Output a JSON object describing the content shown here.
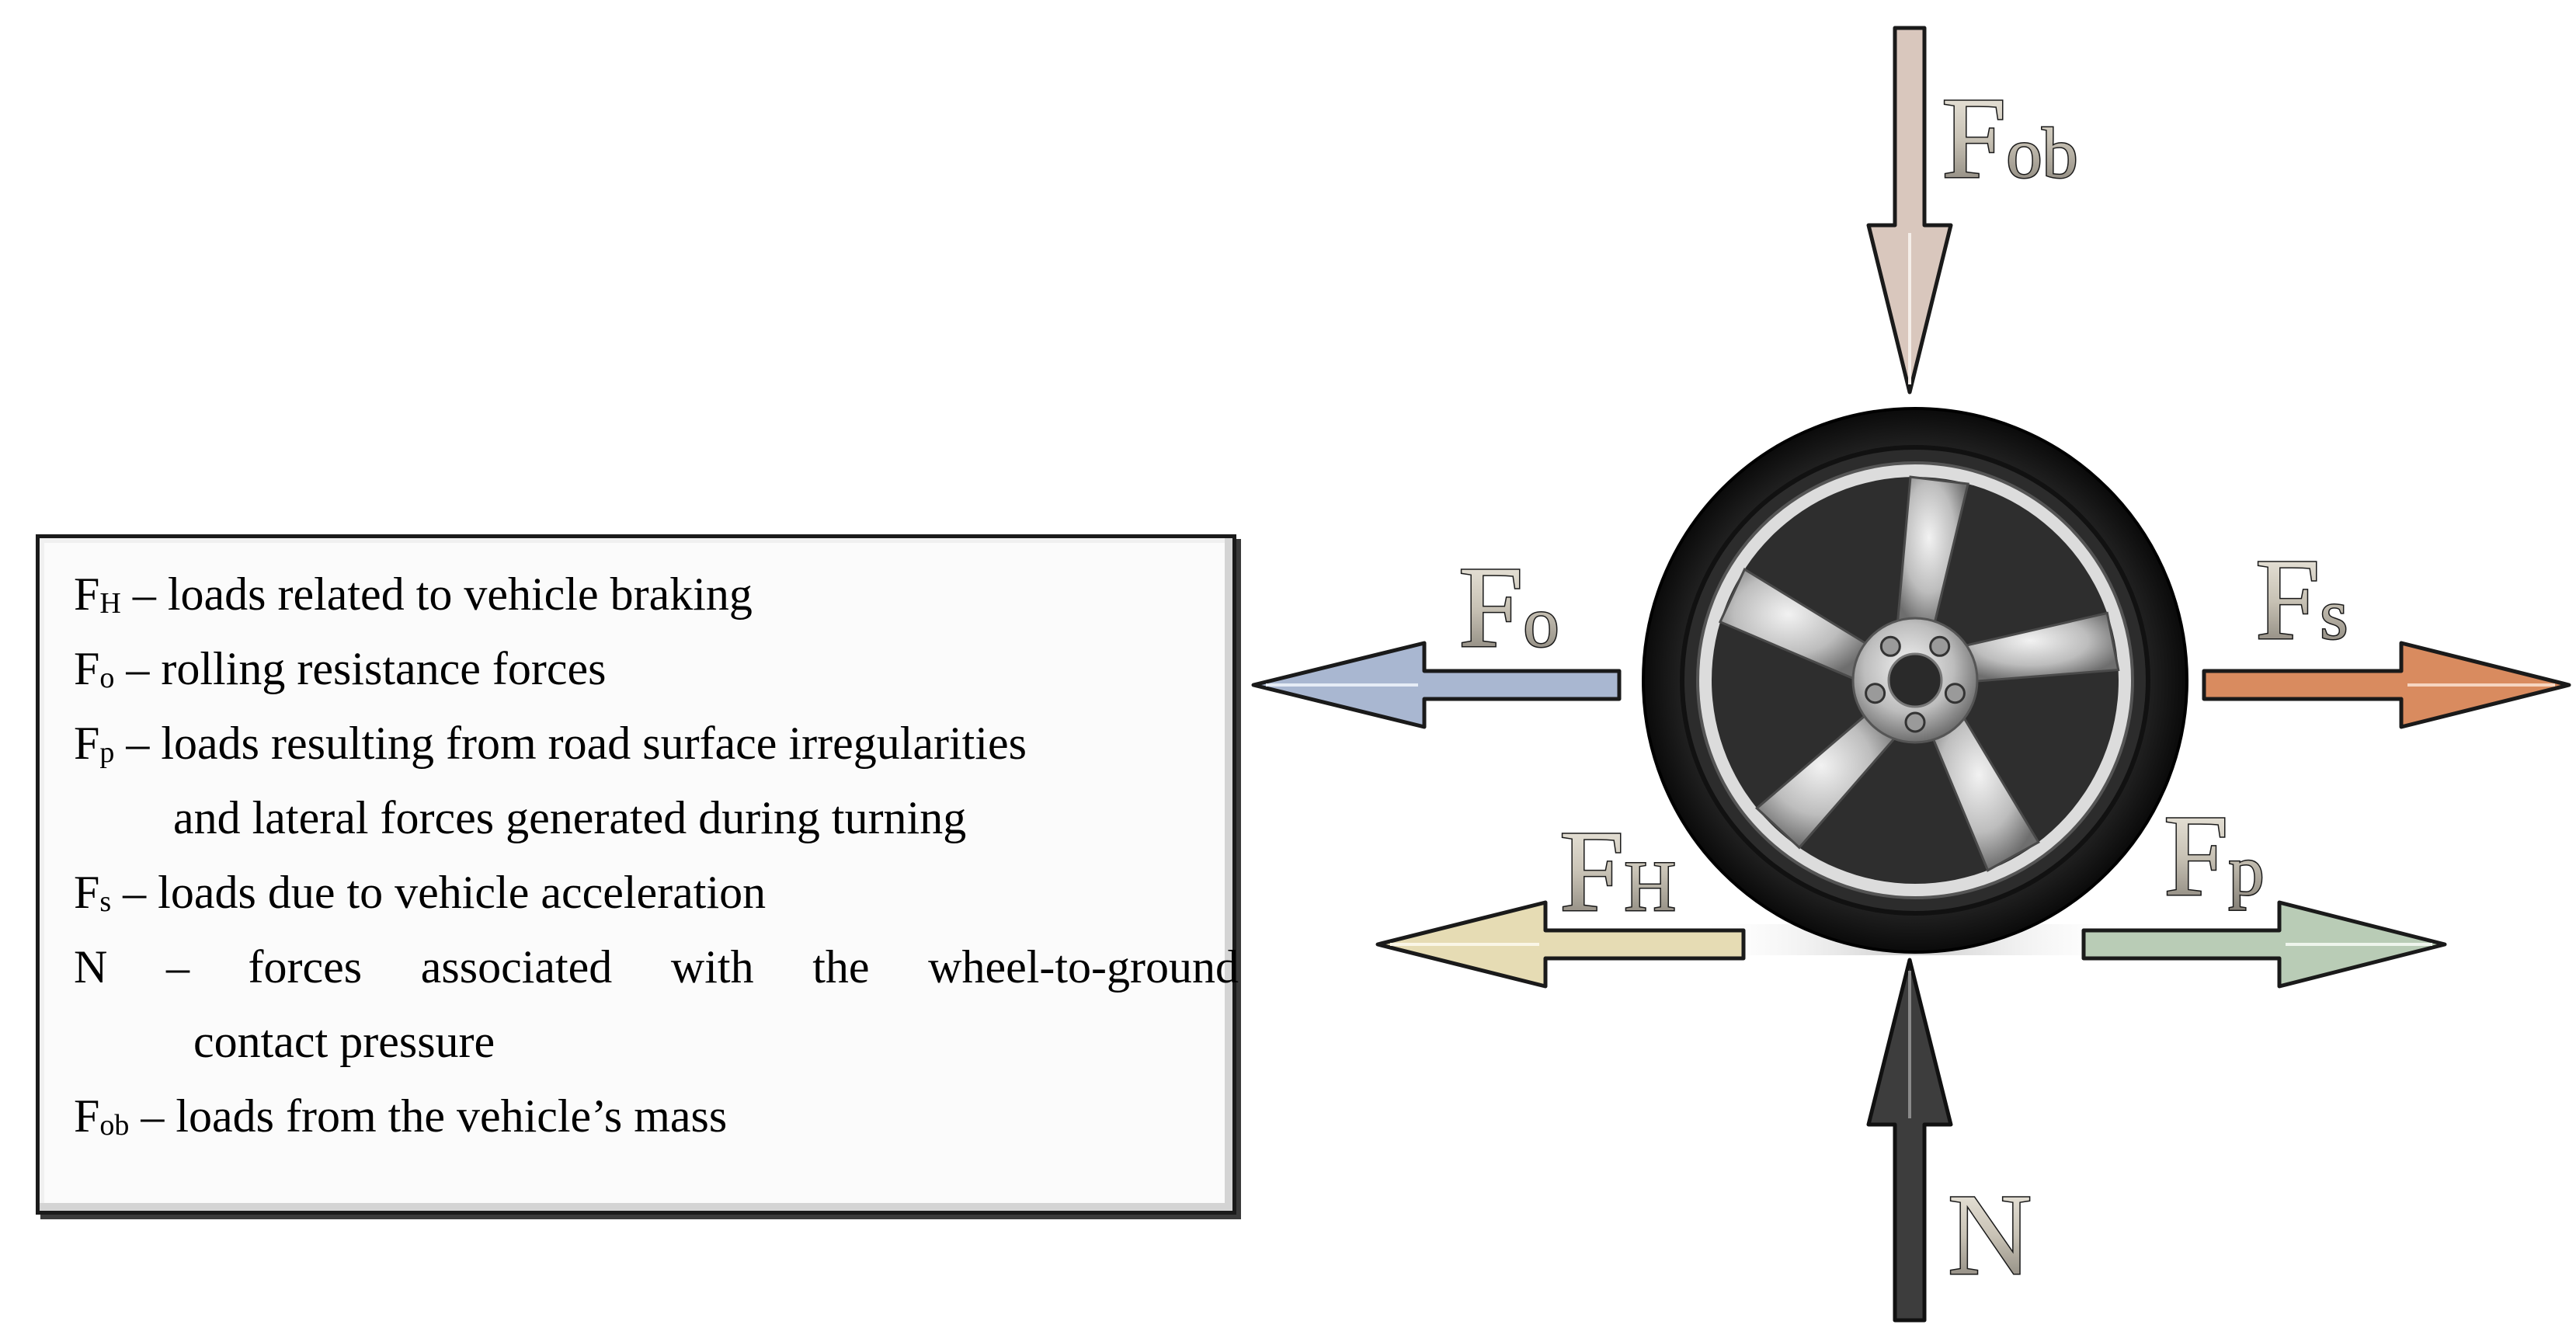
{
  "legend": {
    "fh": {
      "sym": "F",
      "sub": "H",
      "desc": " – loads related to vehicle braking"
    },
    "fo": {
      "sym": "F",
      "sub": "o",
      "desc": " – rolling resistance forces"
    },
    "fp": {
      "sym": "F",
      "sub": "p",
      "desc": " – loads resulting from road surface irregularities"
    },
    "fp_cont": "and lateral forces generated during turning",
    "fs": {
      "sym": "F",
      "sub": "s",
      "desc": " – loads due to vehicle acceleration"
    },
    "n": "N – forces associated with the wheel-to-ground",
    "n_cont": "contact pressure",
    "fob": {
      "sym": "F",
      "sub": "ob",
      "desc": " – loads from the vehicle’s mass"
    }
  },
  "arrows": {
    "fob": {
      "sym": "F",
      "sub": "ob",
      "color": "#d9c7bd"
    },
    "fo": {
      "sym": "F",
      "sub": "o",
      "color": "#a9b7d1"
    },
    "fs": {
      "sym": "F",
      "sub": "s",
      "color": "#d98b5f"
    },
    "fh": {
      "sym": "F",
      "sub": "H",
      "color": "#e6dcb4"
    },
    "fp": {
      "sym": "F",
      "sub": "p",
      "color": "#b9ccb6"
    },
    "n": {
      "sym": "N",
      "color": "#3d3d3d"
    }
  },
  "wheel": {
    "icon": "wheel-icon",
    "tire_color": "#1c1c1c",
    "rim_color": "#c8c8c8"
  }
}
